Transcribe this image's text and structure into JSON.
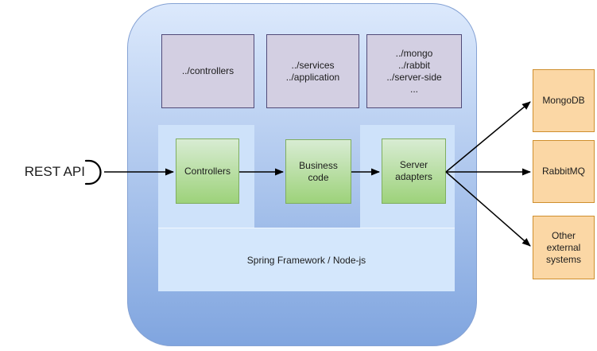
{
  "diagram": {
    "rest_api_label": "REST API",
    "runtime_label": "Spring Framework / Node-js",
    "folders": [
      {
        "label": "../controllers"
      },
      {
        "label": "../services\n../application"
      },
      {
        "label": "../mongo\n../rabbit\n../server-side\n..."
      }
    ],
    "components": [
      {
        "label": "Controllers"
      },
      {
        "label": "Business\ncode"
      },
      {
        "label": "Server\nadapters"
      }
    ],
    "externals": [
      {
        "label": "MongoDB"
      },
      {
        "label": "RabbitMQ"
      },
      {
        "label": "Other external\nsystems"
      }
    ],
    "colors": {
      "runtime_gradient_top": "#dce9fc",
      "runtime_gradient_bottom": "#80a5df",
      "runtime_border": "#85a2d4",
      "layer_panel": "#cee2fa",
      "framework_bar": "#d4e7fc",
      "folder_fill": "#d3cfe2",
      "folder_border": "#514b79",
      "component_gradient_top": "#d8ecd3",
      "component_gradient_bottom": "#9dd27a",
      "component_border": "#7fae5f",
      "external_fill": "#fbd7a5",
      "external_border": "#cf8f2e",
      "connector": "#000000"
    }
  }
}
